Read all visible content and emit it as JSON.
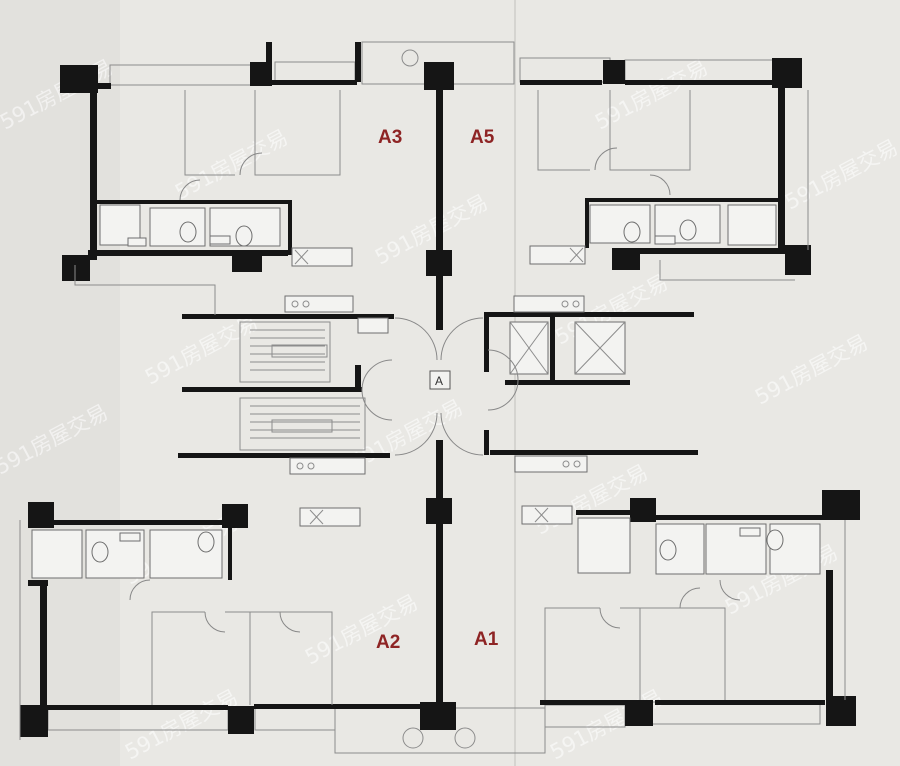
{
  "units": {
    "a3": "A3",
    "a5": "A5",
    "a2": "A2",
    "a1": "A1"
  },
  "core": {
    "label": "A"
  },
  "watermark": "591房屋交易",
  "colors": {
    "paper": "#e9e8e4",
    "wall": "#151515",
    "unit_label": "#8e2424"
  }
}
